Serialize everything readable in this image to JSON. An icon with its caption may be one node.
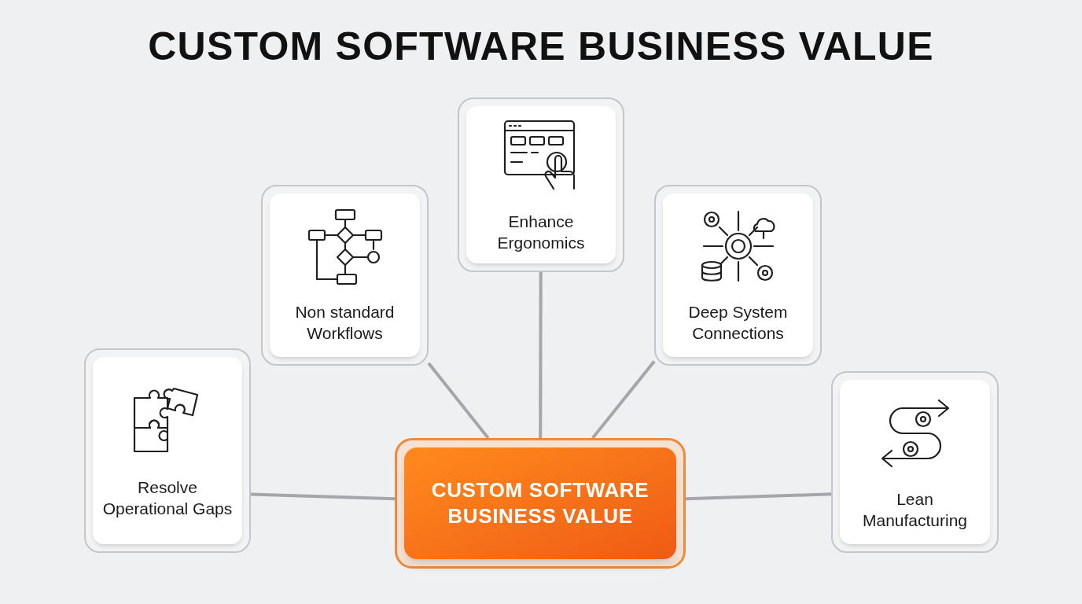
{
  "diagram": {
    "title": "CUSTOM SOFTWARE BUSINESS VALUE",
    "nodes": [
      {
        "text": [
          "CUSTOM SOFTWARE BUSINESS VALUE"
        ]
      },
      {
        "text": [
          "Resolve Operational Gaps"
        ]
      },
      {
        "text": [
          "Non standard Workflows"
        ]
      },
      {
        "text": [
          "Enhance Ergonomics"
        ]
      },
      {
        "text": [
          "Deep System Connections"
        ]
      },
      {
        "text": [
          "Lean Manufacturing"
        ]
      }
    ],
    "edges": [
      {
        "from": 0,
        "to": 1,
        "arrow": "none"
      },
      {
        "from": 0,
        "to": 2,
        "arrow": "none"
      },
      {
        "from": 0,
        "to": 3,
        "arrow": "none"
      },
      {
        "from": 0,
        "to": 4,
        "arrow": "none"
      },
      {
        "from": 0,
        "to": 5,
        "arrow": "none"
      }
    ]
  }
}
